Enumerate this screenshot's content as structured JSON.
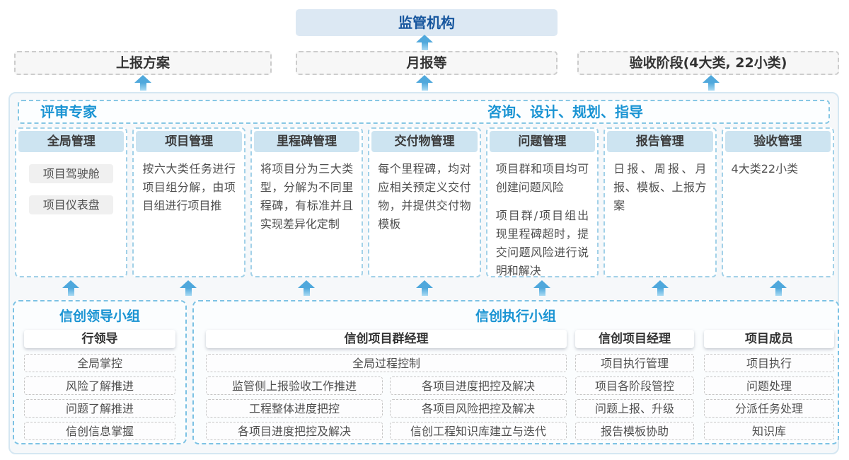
{
  "top": {
    "regulator": "监管机构"
  },
  "report_row": {
    "plan": "上报方案",
    "monthly": "月报等",
    "acceptance": "验收阶段(4大类, 22小类)"
  },
  "advisor_band": {
    "left": "评审专家",
    "right": "咨询、设计、规划、指导"
  },
  "columns": [
    {
      "title": "全局管理",
      "items": [
        "项目驾驶舱",
        "项目仪表盘"
      ]
    },
    {
      "title": "项目管理",
      "paragraphs": [
        "按六大类任务进行项目组分解，由项目组进行项目推"
      ]
    },
    {
      "title": "里程碑管理",
      "paragraphs": [
        "将项目分为三大类型，分解为不同里程碑，有标准并且实现差异化定制"
      ]
    },
    {
      "title": "交付物管理",
      "paragraphs": [
        "每个里程碑，均对应相关预定义交付物，并提供交付物模板"
      ]
    },
    {
      "title": "问题管理",
      "paragraphs": [
        "项目群和项目均可创建问题风险",
        "项目群/项目组出现里程碑超时，提交问题风险进行说明和解决"
      ]
    },
    {
      "title": "报告管理",
      "paragraphs": [
        "日报、周报、月报、模板、上报方案"
      ]
    },
    {
      "title": "验收管理",
      "paragraphs": [
        "4大类22小类"
      ]
    }
  ],
  "leader_group": {
    "title": "信创领导小组",
    "role": "行领导",
    "items": [
      "全局掌控",
      "风险了解推进",
      "问题了解推进",
      "信创信息掌握"
    ]
  },
  "exec_group": {
    "title": "信创执行小组",
    "program_manager": {
      "role": "信创项目群经理",
      "full_item": "全局过程控制",
      "left_items": [
        "监管侧上报验收工作推进",
        "工程整体进度把控",
        "各项目进度把控及解决"
      ],
      "right_items": [
        "各项目进度把控及解决",
        "各项目风险把控及解决",
        "信创工程知识库建立与迭代"
      ]
    },
    "project_manager": {
      "role": "信创项目经理",
      "items": [
        "项目执行管理",
        "项目各阶段管控",
        "问题上报、升级",
        "报告模板协助"
      ]
    },
    "member": {
      "role": "项目成员",
      "items": [
        "项目执行",
        "问题处理",
        "分派任务处理",
        "知识库"
      ]
    }
  },
  "icons": {
    "arrow": "up-arrow"
  },
  "colors": {
    "regulator_bg": "#dce8f3",
    "regulator_text": "#17569e",
    "accent_blue": "#1a94d3",
    "arrow_blue": "#4fa8dc",
    "column_header_bg": "#cde4f1",
    "dashed_blue_border": "#7cc2e4"
  }
}
